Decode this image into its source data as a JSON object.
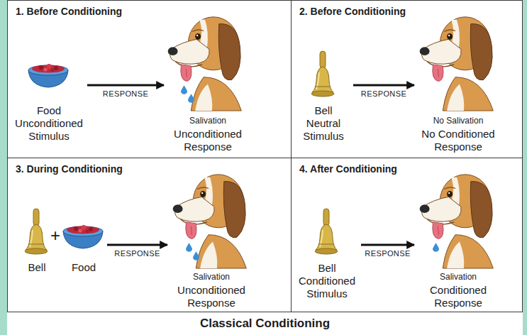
{
  "diagram": {
    "caption": "Classical Conditioning",
    "nodes": [
      {
        "text": [
          "1. Before Conditioning"
        ]
      },
      {
        "text": [
          "Food",
          "Unconditioned Stimulus"
        ],
        "in": 0
      },
      {
        "text": [
          "Salivation",
          "Unconditioned Response"
        ],
        "in": 0
      },
      {
        "text": [
          "2. Before Conditioning"
        ]
      },
      {
        "text": [
          "Bell",
          "Neutral Stimulus"
        ],
        "in": 3
      },
      {
        "text": [
          "No Salivation",
          "No Conditioned Response"
        ],
        "in": 3
      },
      {
        "text": [
          "3. During Conditioning"
        ]
      },
      {
        "text": [
          "Bell",
          "Food"
        ],
        "in": 6
      },
      {
        "text": [
          "Salivation",
          "Unconditioned Response"
        ],
        "in": 6
      },
      {
        "text": [
          "4. After Conditioning"
        ]
      },
      {
        "text": [
          "Bell",
          "Conditioned Stimulus"
        ],
        "in": 9
      },
      {
        "text": [
          "Salivation",
          "Conditioned Response"
        ],
        "in": 9
      }
    ],
    "edges": [
      {
        "from": 1,
        "to": 2,
        "label": "RESPONSE",
        "arrow": "to"
      },
      {
        "from": 4,
        "to": 5,
        "label": "RESPONSE",
        "arrow": "to"
      },
      {
        "from": 7,
        "to": 8,
        "label": "RESPONSE",
        "arrow": "to"
      },
      {
        "from": 10,
        "to": 11,
        "label": "RESPONSE",
        "arrow": "to"
      }
    ],
    "labels": [
      "+"
    ]
  }
}
